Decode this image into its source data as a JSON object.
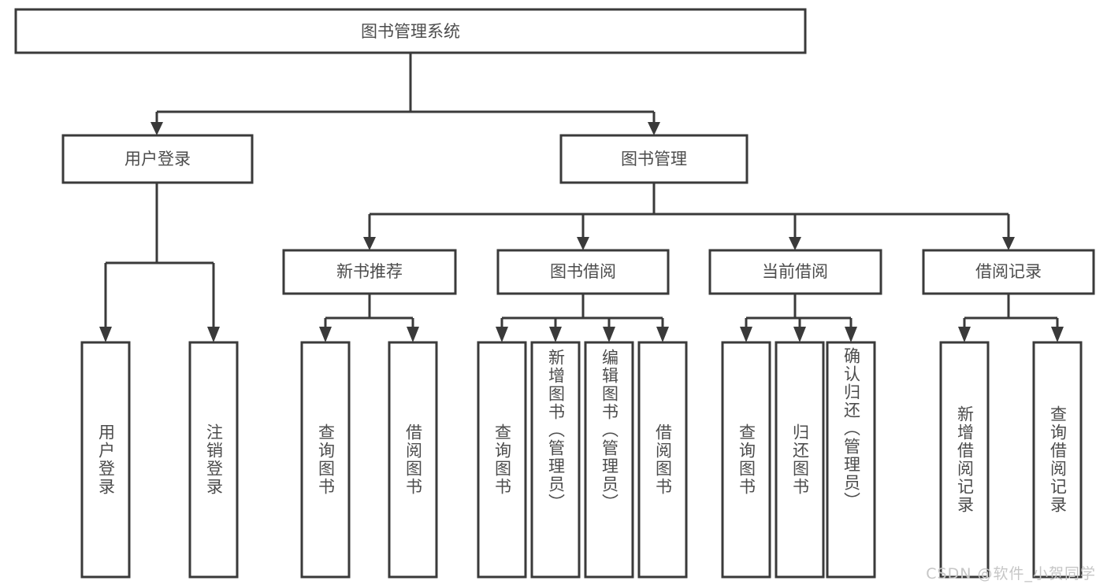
{
  "diagram": {
    "title": "图书管理系统",
    "type": "tree",
    "orientation": "top-down",
    "colors": {
      "box_stroke": "#3a3a3a",
      "box_fill": "#ffffff",
      "text": "#4c4c4c",
      "background": "#ffffff",
      "watermark": "#c6c6c6"
    },
    "root": {
      "label": "图书管理系统"
    },
    "level2": [
      {
        "label": "用户登录"
      },
      {
        "label": "图书管理"
      }
    ],
    "level3": [
      {
        "label": "新书推荐"
      },
      {
        "label": "图书借阅"
      },
      {
        "label": "当前借阅"
      },
      {
        "label": "借阅记录"
      }
    ],
    "leaves": {
      "user_login": [
        {
          "label": "用户登录"
        },
        {
          "label": "注销登录"
        }
      ],
      "new_book": [
        {
          "label": "查询图书"
        },
        {
          "label": "借阅图书"
        }
      ],
      "book_borrow": [
        {
          "label": "查询图书"
        },
        {
          "label": "新增图书（管理员）"
        },
        {
          "label": "编辑图书（管理员）"
        },
        {
          "label": "借阅图书"
        }
      ],
      "current_borrow": [
        {
          "label": "查询图书"
        },
        {
          "label": "归还图书"
        },
        {
          "label": "确认归还（管理员）"
        }
      ],
      "borrow_record": [
        {
          "label": "新增借阅记录"
        },
        {
          "label": "查询借阅记录"
        }
      ]
    }
  },
  "watermark": {
    "text": "CSDN @软件_小贺同学"
  }
}
